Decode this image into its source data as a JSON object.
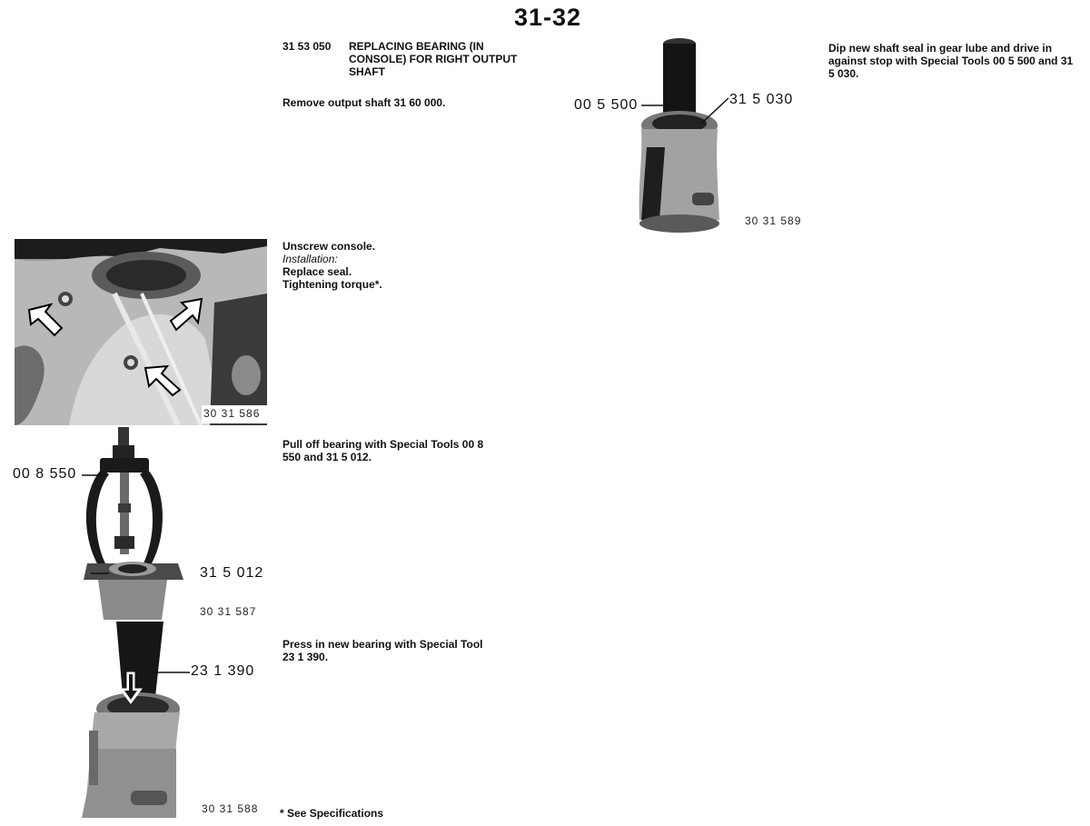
{
  "page_number": "31-32",
  "section": {
    "code": "31 53 050",
    "title": "REPLACING BEARING (IN CONSOLE) FOR RIGHT OUTPUT SHAFT"
  },
  "steps": [
    {
      "text": "Remove output shaft 31 60 000."
    },
    {
      "line1": "Unscrew console.",
      "line2": "Installation:",
      "line3": "Replace seal.",
      "line4": "Tightening torque*.",
      "figure": "30 31 586"
    },
    {
      "text": "Pull off bearing with Special Tools 00 8 550 and 31 5 012.",
      "figure": "30 31 587",
      "labels": [
        "00 8 550",
        "31 5 012"
      ]
    },
    {
      "text": "Press in new bearing with Special Tool 23 1 390.",
      "figure": "30 31 588",
      "labels": [
        "23 1 390"
      ]
    },
    {
      "text": "Dip new shaft seal in gear lube and drive in against stop with Special Tools 00 5 500 and 31 5 030.",
      "figure": "30 31 589",
      "labels": [
        "00 5 500",
        "31 5 030"
      ]
    }
  ],
  "footnote": "* See Specifications"
}
